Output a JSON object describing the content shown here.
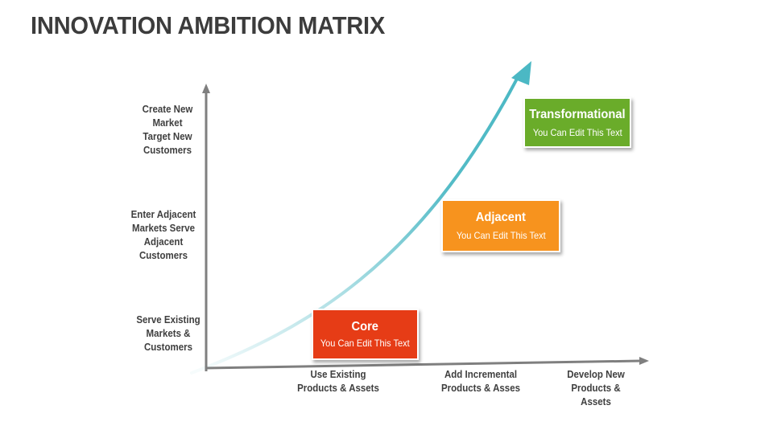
{
  "title": "INNOVATION AMBITION MATRIX",
  "colors": {
    "axis": "#7f7f7f",
    "curve": "#4bb8c4",
    "core": "#e63c16",
    "adjacent": "#f7931e",
    "transformational": "#6aac2a",
    "text": "#404040"
  },
  "y_axis": {
    "labels": [
      "Create New Market Target New Customers",
      "Enter Adjacent Markets Serve Adjacent Customers",
      "Serve Existing Markets & Customers"
    ],
    "lines": [
      [
        "Create New",
        "Market",
        "Target New",
        "Customers"
      ],
      [
        "Enter Adjacent",
        "Markets Serve",
        "Adjacent",
        "Customers"
      ],
      [
        "Serve Existing",
        "Markets &",
        "Customers"
      ]
    ]
  },
  "x_axis": {
    "lines": [
      [
        "Use Existing",
        "Products & Assets"
      ],
      [
        "Add Incremental",
        "Products & Asses"
      ],
      [
        "Develop New",
        "Products &",
        "Assets"
      ]
    ]
  },
  "boxes": [
    {
      "id": "core",
      "heading": "Core",
      "text": "You Can Edit This Text"
    },
    {
      "id": "adjacent",
      "heading": "Adjacent",
      "text": "You Can Edit This Text"
    },
    {
      "id": "transformational",
      "heading": "Transformational",
      "text": "You Can Edit This Text"
    }
  ]
}
